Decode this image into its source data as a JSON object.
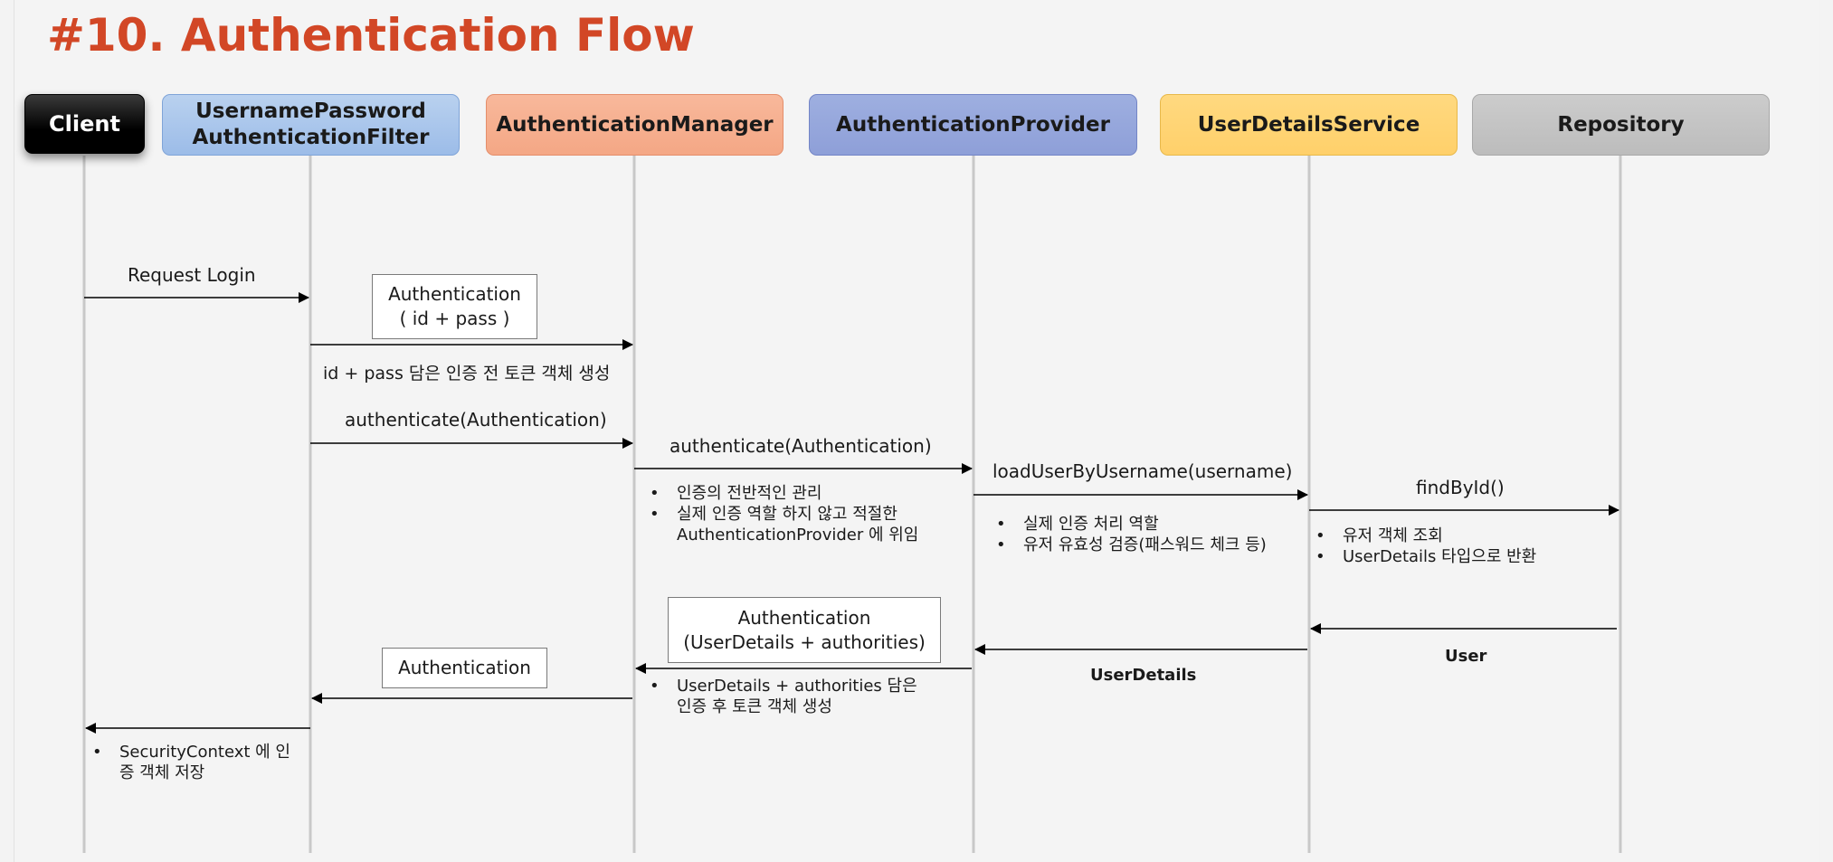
{
  "title": "#10. Authentication Flow",
  "actors": [
    {
      "id": "client",
      "label": "Client"
    },
    {
      "id": "filter",
      "label_line1": "UsernamePassword",
      "label_line2": "AuthenticationFilter"
    },
    {
      "id": "manager",
      "label": "AuthenticationManager"
    },
    {
      "id": "provider",
      "label": "AuthenticationProvider"
    },
    {
      "id": "uds",
      "label": "UserDetailsService"
    },
    {
      "id": "repo",
      "label": "Repository"
    }
  ],
  "messages": {
    "request_login": "Request Login",
    "auth_box_pre": {
      "line1": "Authentication",
      "line2": "( id + pass )"
    },
    "pre_token_note": "id + pass 담은 인증 전 토큰 객체 생성",
    "authenticate_1": "authenticate(Authentication)",
    "authenticate_2": "authenticate(Authentication)",
    "load_user": "loadUserByUsername(username)",
    "find_by_id": "findById()",
    "return_user": "User",
    "return_userdetails": "UserDetails",
    "auth_box_post": {
      "line1": "Authentication",
      "line2": "(UserDetails +  authorities)"
    },
    "auth_box_return": "Authentication"
  },
  "notes": {
    "manager": [
      "인증의 전반적인 관리",
      "실제 인증 역할 하지 않고 적절한 AuthenticationProvider 에 위임"
    ],
    "provider": [
      "실제 인증 처리 역할",
      "유저 유효성 검증(패스워드 체크 등)"
    ],
    "uds": [
      "유저 객체 조회",
      "UserDetails 타입으로 반환"
    ],
    "post_token": [
      "UserDetails +  authorities 담은 인증 후 토큰 객체 생성"
    ],
    "client": [
      "SecurityContext 에 인증 객체 저장"
    ]
  },
  "colors": {
    "title": "#d24726",
    "client": "#000000",
    "filter": "#9cbce8",
    "manager": "#f4a785",
    "provider": "#8e9fd8",
    "uds": "#ffd06a",
    "repo": "#bcbcbc"
  }
}
